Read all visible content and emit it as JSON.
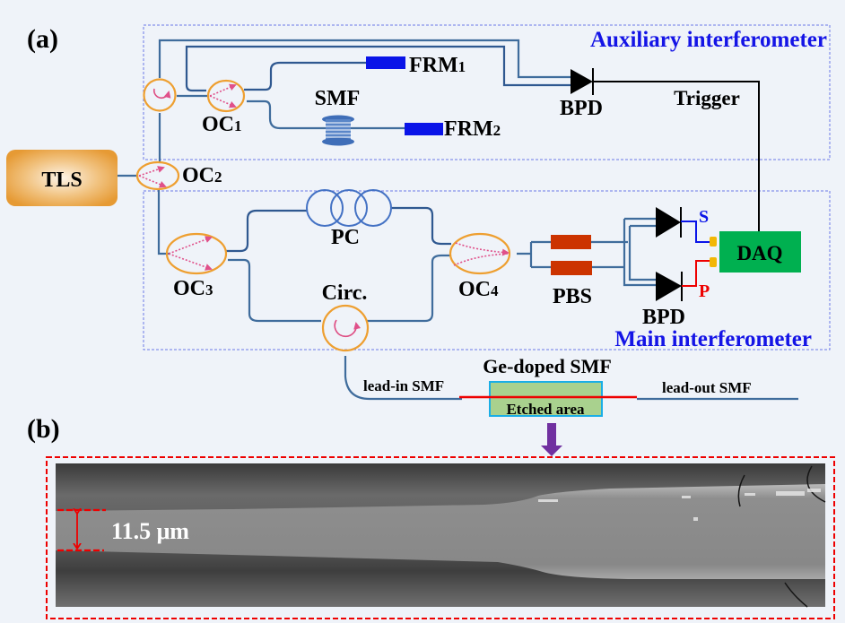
{
  "panels": {
    "a": "(a)",
    "b": "(b)"
  },
  "regions": {
    "auxiliary": "Auxiliary interferometer",
    "main": "Main interferometer"
  },
  "components": {
    "tls": "TLS",
    "oc1": {
      "base": "OC",
      "sub": "1"
    },
    "oc2": {
      "base": "OC",
      "sub": "2"
    },
    "oc3": {
      "base": "OC",
      "sub": "3"
    },
    "oc4": {
      "base": "OC",
      "sub": "4"
    },
    "smf": "SMF",
    "frm1": {
      "base": "FRM",
      "sub": "1"
    },
    "frm2": {
      "base": "FRM",
      "sub": "2"
    },
    "bpd_aux": "BPD",
    "bpd_main": "BPD",
    "trigger": "Trigger",
    "pc": "PC",
    "circ": "Circ.",
    "pbs": "PBS",
    "daq": "DAQ",
    "s_channel": "S",
    "p_channel": "P"
  },
  "sensor": {
    "ge_doped": "Ge-doped SMF",
    "lead_in": "lead-in SMF",
    "lead_out": "lead-out SMF",
    "etched": "Etched area"
  },
  "sem": {
    "diameter_label": "11.5 μm"
  },
  "colors": {
    "background": "#eff3f9",
    "fiber": "#3f6c9c",
    "region_title": "#1414e6",
    "frm": "#0a14e8",
    "pbs": "#cc3300",
    "daq": "#00b050",
    "coupler_outline": "#ee9f30",
    "s_signal": "#0a14e8",
    "p_signal": "#ee0000",
    "etched_fill": "#a9d18e",
    "etched_border": "#1aaee6",
    "sensor_core": "#ee0000",
    "arrow_down": "#7030a0",
    "sem_border": "#ee0000"
  }
}
